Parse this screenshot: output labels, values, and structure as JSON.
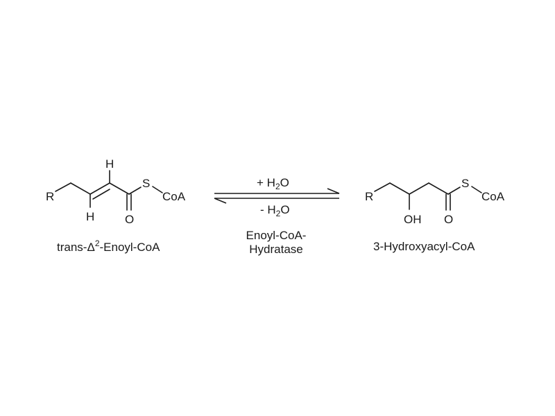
{
  "reactant": {
    "atoms": {
      "r": "R",
      "h_top": "H",
      "h_bottom": "H",
      "s": "S",
      "coa": "CoA",
      "o": "O"
    },
    "name": {
      "prefix": "trans-Δ",
      "superscript": "2",
      "suffix": "-Enoyl-CoA"
    }
  },
  "product": {
    "atoms": {
      "r": "R",
      "oh": "OH",
      "o": "O",
      "s": "S",
      "coa": "CoA"
    },
    "name": "3-Hydroxyacyl-CoA"
  },
  "reaction": {
    "forward": {
      "prefix": "+ H",
      "subscript": "2",
      "suffix": "O"
    },
    "reverse": {
      "prefix": "- H",
      "subscript": "2",
      "suffix": "O"
    },
    "enzyme": {
      "line1": "Enoyl-CoA-",
      "line2": "Hydratase"
    }
  }
}
